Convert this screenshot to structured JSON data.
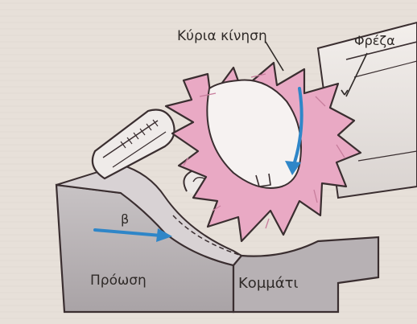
{
  "labels": {
    "main_motion": "Κύρια κίνηση",
    "cutter": "Φρέζα",
    "beta": "β",
    "feed": "Πρόωση",
    "workpiece": "Κομμάτι"
  },
  "colors": {
    "page": "#e9e2dc",
    "cutter_pink": "#e9a9c4",
    "cutter_outline": "#3a2e30",
    "workpiece_fill": "#b9b4b6",
    "workpiece_top": "#d8d2d4",
    "arrow_blue": "#2f86c8",
    "ink": "#2f2a28"
  }
}
